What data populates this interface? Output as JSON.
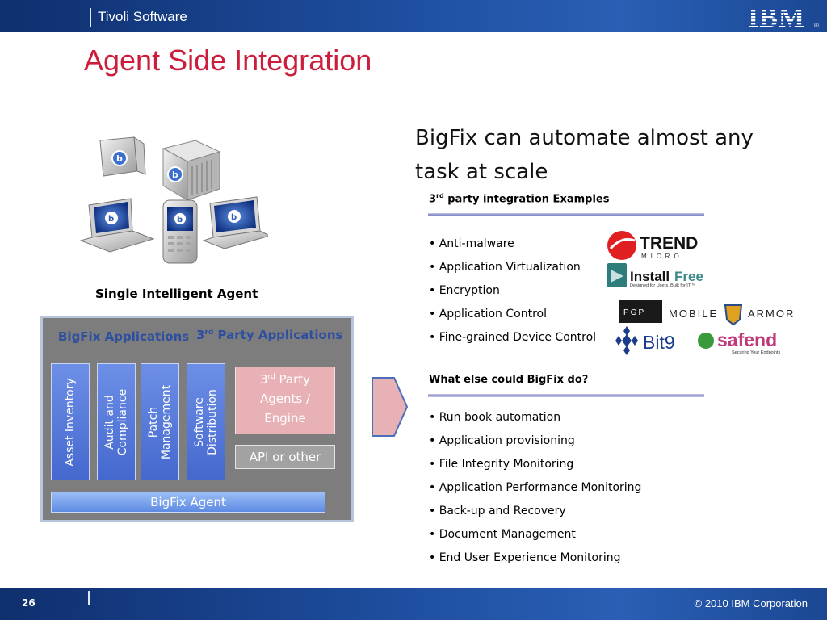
{
  "header": {
    "brand": "Tivoli Software",
    "logo_text": "IBM"
  },
  "slide": {
    "title": "Agent Side Integration",
    "heading": "BigFix can automate almost any task at scale",
    "agent_caption": "Single Intelligent Agent"
  },
  "architecture": {
    "bigfix_apps_label": "BigFix Applications",
    "third_party_label": {
      "num": "3",
      "sup": "rd",
      "rest": " Party Applications"
    },
    "pillars": [
      "Asset Inventory",
      "Audit and Compliance",
      "Patch Management",
      "Software Distribution"
    ],
    "party_box": {
      "num": "3",
      "sup": "rd",
      "line1_rest": " Party",
      "line2": "Agents /",
      "line3": "Engine"
    },
    "api_label": "API or other",
    "agent_label": "BigFix Agent"
  },
  "examples": {
    "heading": {
      "num": "3",
      "sup": "rd",
      "rest": " party integration Examples"
    },
    "items": [
      "• Anti-malware",
      "• Application Virtualization",
      "• Encryption",
      "• Application Control",
      "• Fine-grained Device Control"
    ]
  },
  "logos": {
    "trend": "TREND",
    "trend_sub": "MICRO",
    "installfree": "InstallFree",
    "installfree_sub": "Designed for Users. Built for IT.™",
    "pgp": "PGP",
    "mobile_armor_left": "MOBILE",
    "mobile_armor_right": "ARMOR",
    "bit9": "Bit9",
    "safend": "safend",
    "safend_sub": "Securing Your Endpoints"
  },
  "more": {
    "heading": "What else could BigFix do?",
    "items": [
      "• Run book automation",
      "• Application provisioning",
      "• File Integrity Monitoring",
      "• Application Performance Monitoring",
      "• Back-up and Recovery",
      "• Document Management",
      "• End User Experience Monitoring"
    ]
  },
  "footer": {
    "page": "26",
    "copyright": "© 2010 IBM Corporation"
  },
  "colors": {
    "title_red": "#cc1e3c",
    "bar_blue": "#1d4c9c",
    "pillar_blue": "#4568cf",
    "party_pink": "#e8b1b5"
  }
}
